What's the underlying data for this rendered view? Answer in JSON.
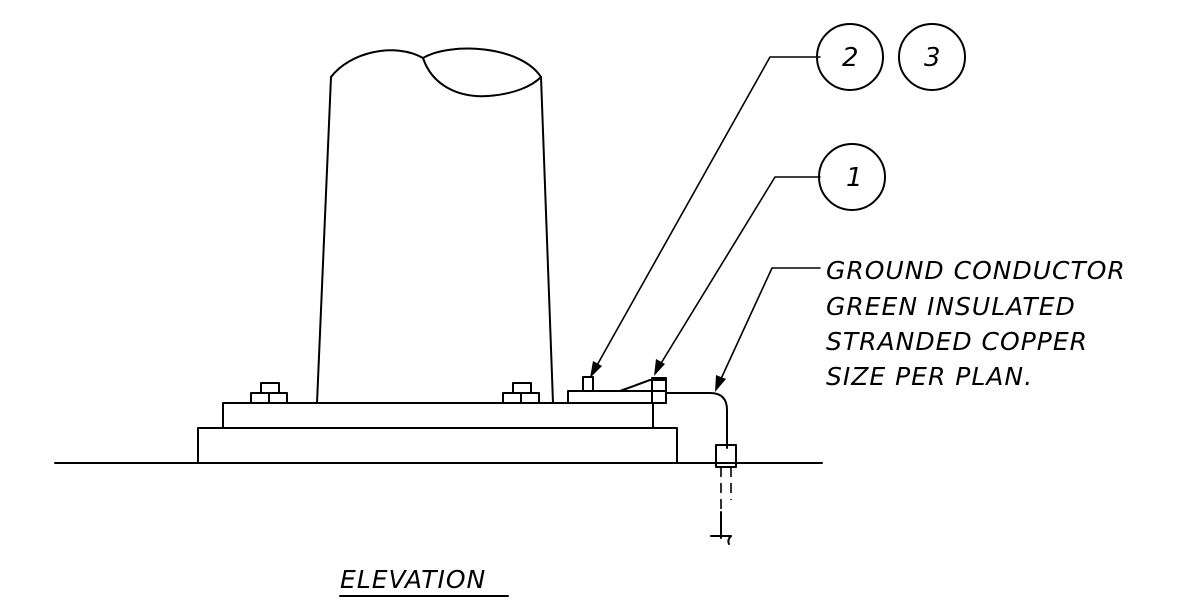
{
  "callouts": {
    "detail_2": "2",
    "detail_3": "3",
    "detail_1": "1"
  },
  "note_lines": [
    "GROUND CONDUCTOR",
    "GREEN INSULATED",
    "STRANDED COPPER",
    "SIZE PER PLAN."
  ],
  "view_title": "ELEVATION"
}
